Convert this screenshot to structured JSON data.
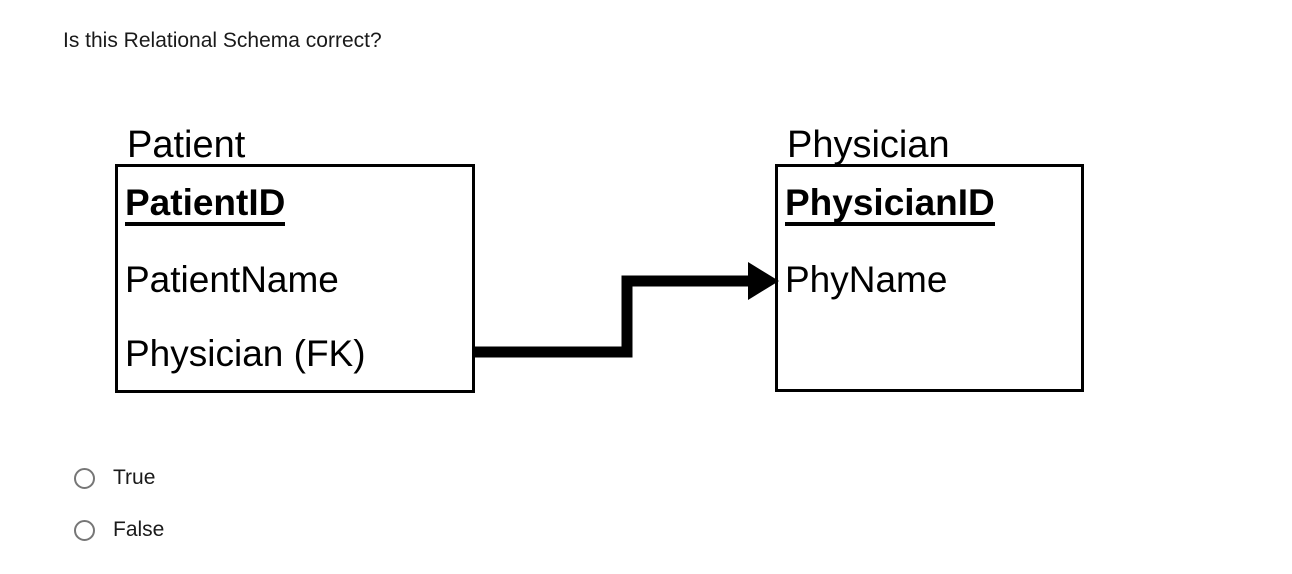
{
  "question": {
    "text": "Is this Relational Schema correct?"
  },
  "diagram": {
    "type": "relational-schema",
    "entities": [
      {
        "name": "Patient",
        "attributes": [
          {
            "label": "PatientID",
            "key": "primary"
          },
          {
            "label": "PatientName",
            "key": "none"
          },
          {
            "label": "Physician (FK)",
            "key": "foreign"
          }
        ]
      },
      {
        "name": "Physician",
        "attributes": [
          {
            "label": "PhysicianID",
            "key": "primary"
          },
          {
            "label": "PhyName",
            "key": "none"
          }
        ]
      }
    ],
    "relationship": {
      "from": "Patient.Physician (FK)",
      "to": "Physician",
      "style": "elbow-arrow",
      "arrow_direction": "right"
    },
    "colors": {
      "line": "#000000",
      "box_border": "#000000",
      "background": "#ffffff"
    }
  },
  "answers": {
    "type": "radio-group",
    "selected": null,
    "options": [
      {
        "label": "True",
        "value": "true",
        "checked": false
      },
      {
        "label": "False",
        "value": "false",
        "checked": false
      }
    ]
  }
}
